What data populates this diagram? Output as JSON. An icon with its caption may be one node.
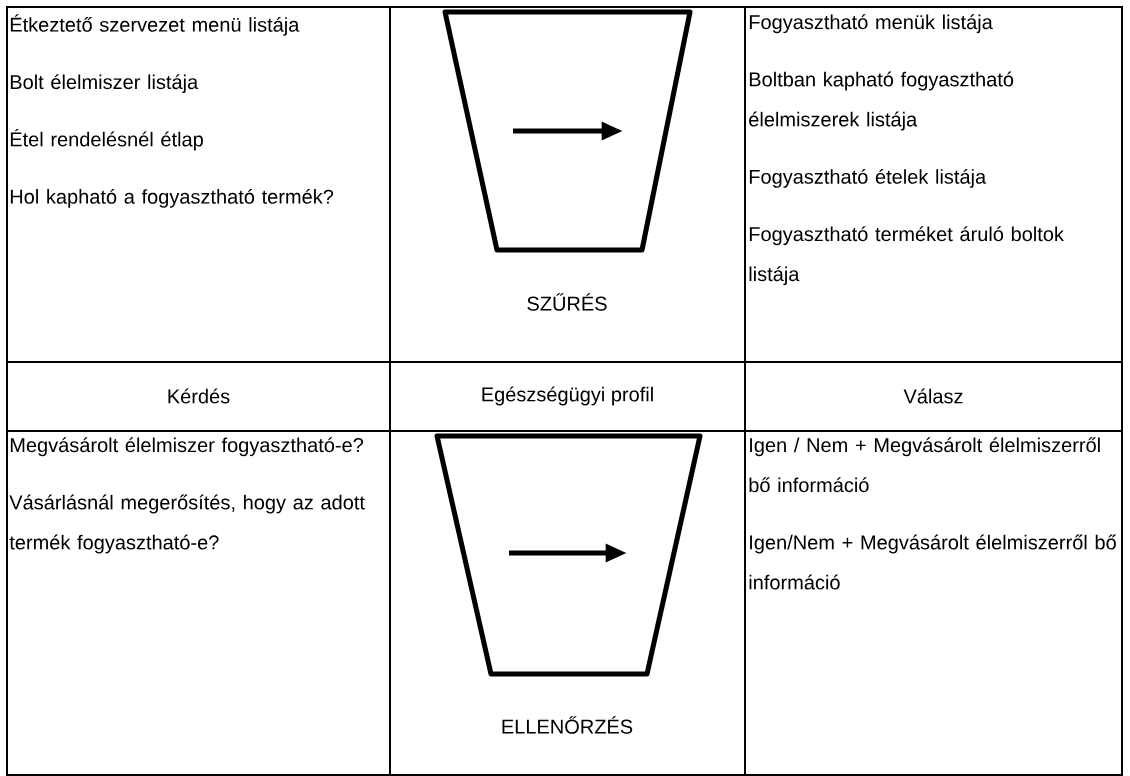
{
  "diagram": {
    "nodes": [
      {
        "text": [
          "SZŰRÉS"
        ]
      },
      {
        "text": [
          "ELLENŐRZÉS"
        ]
      }
    ],
    "labels": [
      "Étkeztető szervezet menü listája",
      "Bolt élelmiszer listája",
      "Étel rendelésnél étlap",
      "Hol kapható a fogyasztható termék?",
      "Fogyasztható menük listája",
      "Boltban kapható fogyasztható élelmiszerek listája",
      "Fogyasztható ételek listája",
      "Fogyasztható terméket áruló boltok listája",
      "Kérdés",
      "Egészségügyi profil",
      "Válasz",
      "Megvásárolt élelmiszer fogyasztható-e?",
      "Vásárlásnál megerősítés, hogy az adott termék fogyasztható-e?",
      "Igen / Nem + Megvásárolt élelmiszerről bő információ",
      "Igen/Nem + Megvásárolt élelmiszerről bő információ"
    ]
  }
}
